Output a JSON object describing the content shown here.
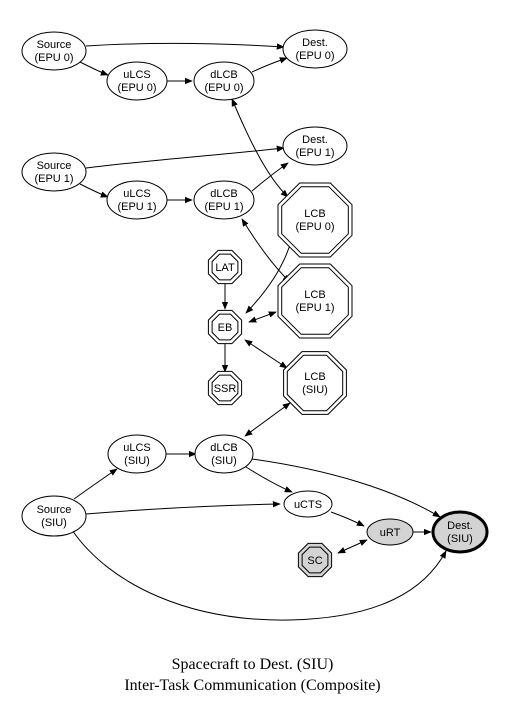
{
  "nodes": {
    "source_epu0": [
      "Source",
      "(EPU 0)"
    ],
    "dest_epu0": [
      "Dest.",
      "(EPU 0)"
    ],
    "ulcs_epu0": [
      "uLCS",
      "(EPU 0)"
    ],
    "dlcb_epu0": [
      "dLCB",
      "(EPU 0)"
    ],
    "source_epu1": [
      "Source",
      "(EPU 1)"
    ],
    "dest_epu1": [
      "Dest.",
      "(EPU 1)"
    ],
    "ulcs_epu1": [
      "uLCS",
      "(EPU 1)"
    ],
    "dlcb_epu1": [
      "dLCB",
      "(EPU 1)"
    ],
    "lcb_epu0": [
      "LCB",
      "(EPU 0)"
    ],
    "lat": [
      "LAT"
    ],
    "lcb_epu1": [
      "LCB",
      "(EPU 1)"
    ],
    "eb": [
      "EB"
    ],
    "ssr": [
      "SSR"
    ],
    "lcb_siu": [
      "LCB",
      "(SIU)"
    ],
    "ulcs_siu": [
      "uLCS",
      "(SIU)"
    ],
    "dlcb_siu": [
      "dLCB",
      "(SIU)"
    ],
    "source_siu": [
      "Source",
      "(SIU)"
    ],
    "ucts": [
      "uCTS"
    ],
    "urt": [
      "uRT"
    ],
    "dest_siu": [
      "Dest.",
      "(SIU)"
    ],
    "sc": [
      "SC"
    ]
  },
  "colors": {
    "node_fill": "#ffffff",
    "shaded_fill": "#d3d3d3",
    "stroke": "#000000"
  },
  "caption": {
    "line1": "Spacecraft to Dest. (SIU)",
    "line2": "Inter-Task Communication (Composite)"
  }
}
